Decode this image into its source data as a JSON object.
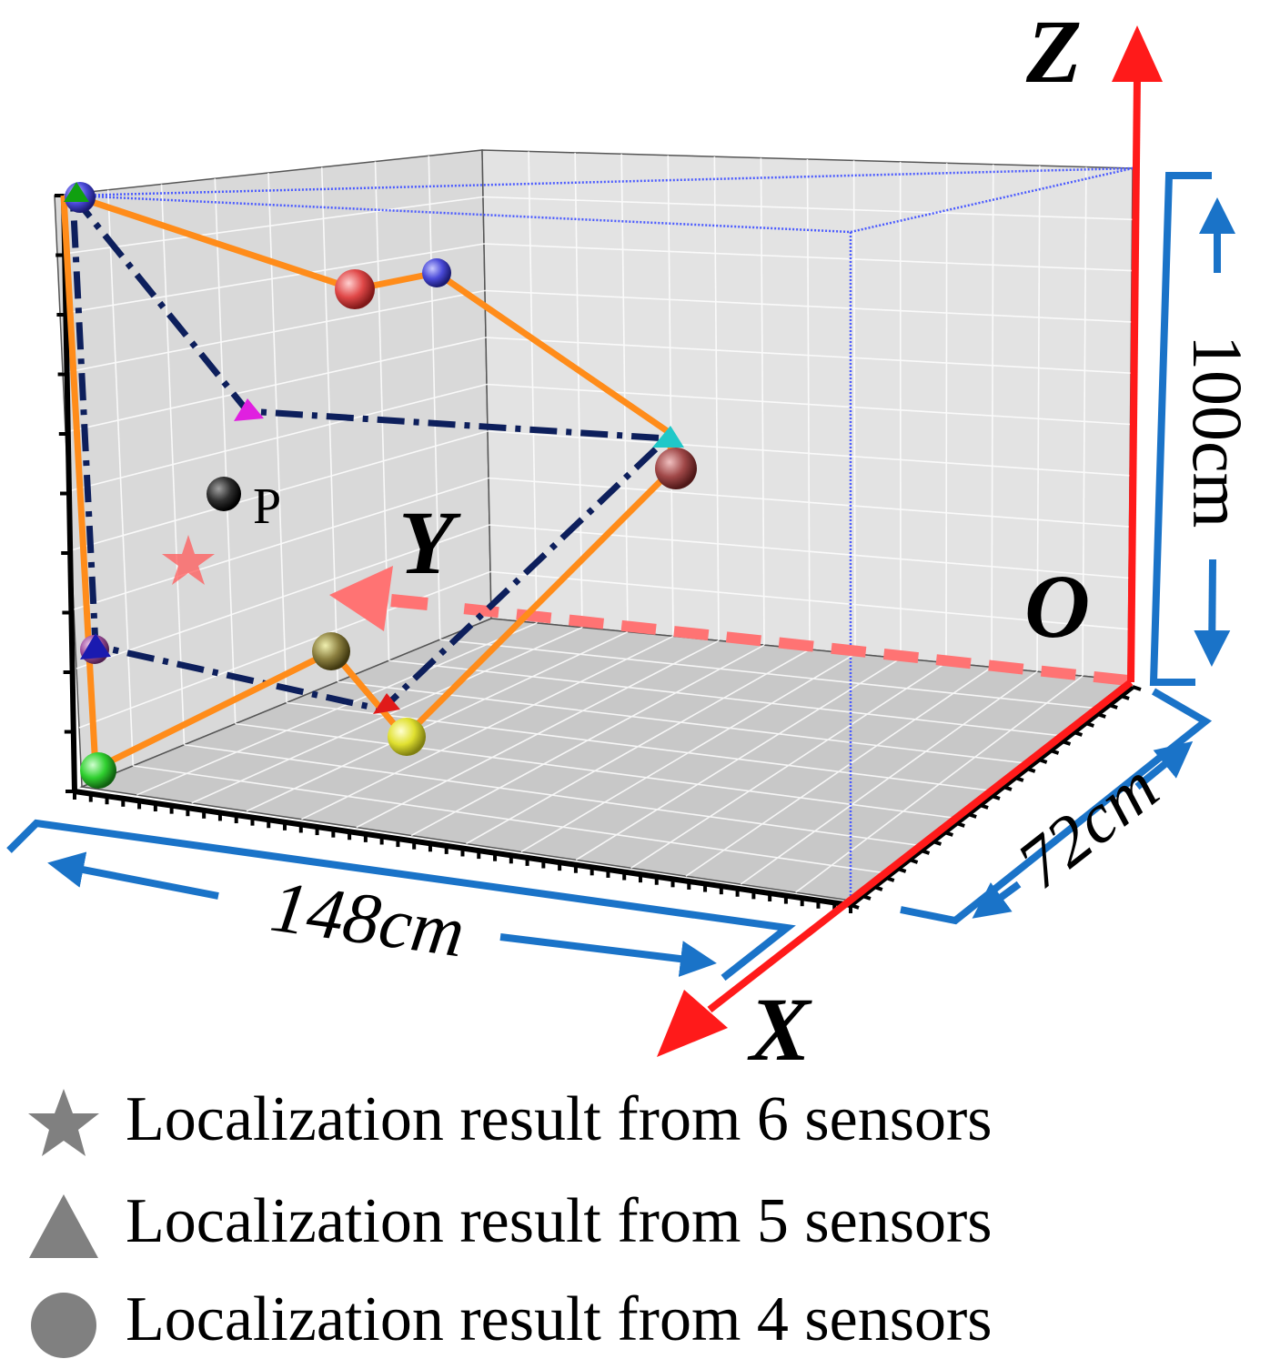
{
  "axes": {
    "x_label": "X",
    "y_label": "Y",
    "z_label": "Z",
    "origin_label": "O"
  },
  "dimensions": {
    "length": "148cm",
    "width": "72cm",
    "height": "100cm"
  },
  "point_label": "P",
  "legend": [
    {
      "marker": "star",
      "label": "Localization result from 6 sensors"
    },
    {
      "marker": "triangle",
      "label": "Localization result from 5 sensors"
    },
    {
      "marker": "circle",
      "label": "Localization result from 4 sensors"
    }
  ],
  "colors": {
    "axis": "#ff1a1a",
    "dimension": "#1a73c8",
    "path_orange": "#ff8c1a",
    "path_dashdot": "#0d1f5c",
    "legend_marker": "#808080"
  }
}
